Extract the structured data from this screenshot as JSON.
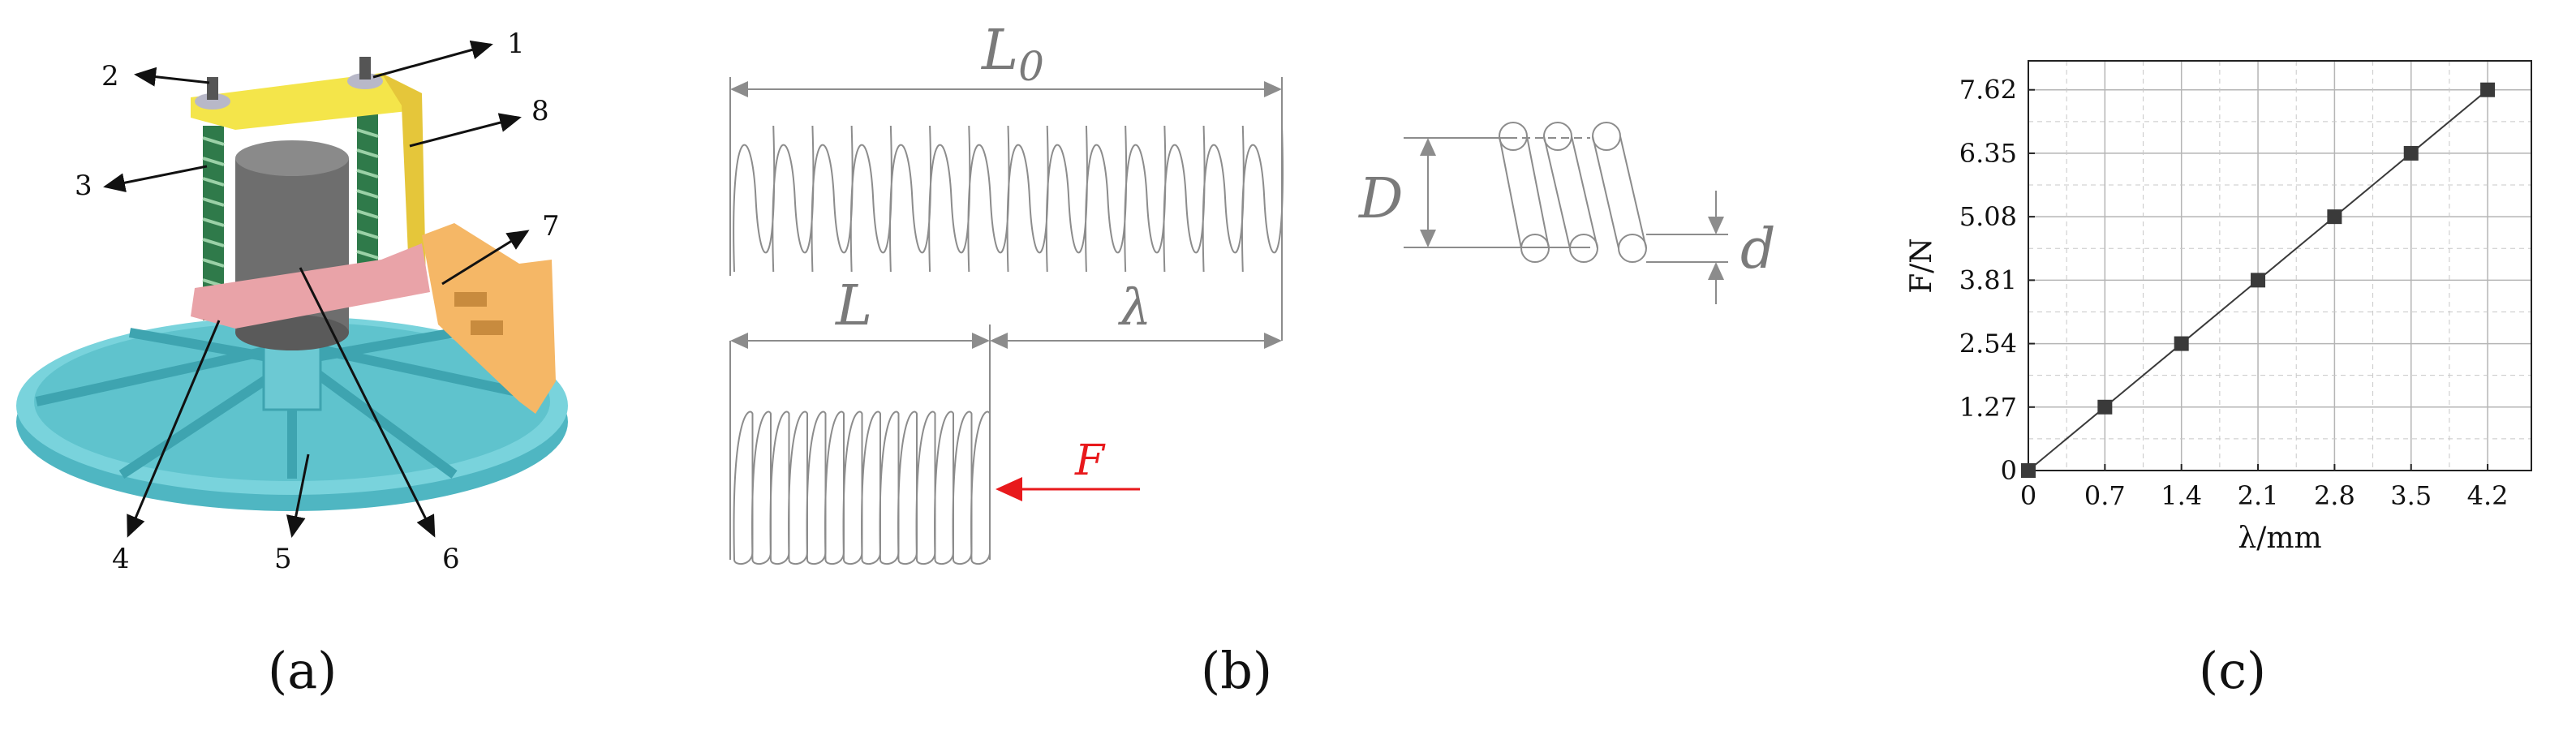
{
  "panel_a": {
    "caption": "(a)",
    "part_labels": [
      "1",
      "2",
      "3",
      "4",
      "5",
      "6",
      "7",
      "8"
    ]
  },
  "panel_b": {
    "caption": "(b)",
    "labels": {
      "free_length": "L",
      "free_length_sub": "0",
      "compressed_length": "L",
      "deflection": "λ",
      "force": "F",
      "coil_diameter": "D",
      "wire_diameter": "d"
    },
    "colors": {
      "force": "#e8191c",
      "line": "#8c8c8c"
    }
  },
  "panel_c": {
    "caption": "(c)"
  },
  "chart_data": {
    "type": "line",
    "title": "",
    "xlabel": "λ/mm",
    "ylabel": "F/N",
    "x": [
      0,
      0.7,
      1.4,
      2.1,
      2.8,
      3.5,
      4.2
    ],
    "x_tick_labels": [
      "0",
      "0.7",
      "1.4",
      "2.1",
      "2.8",
      "3.5",
      "4.2"
    ],
    "y_tick_labels": [
      "0",
      "1.27",
      "2.54",
      "3.81",
      "5.08",
      "6.35",
      "7.62"
    ],
    "series": [
      {
        "values": [
          0,
          1.27,
          2.54,
          3.81,
          5.08,
          6.35,
          7.62
        ],
        "marker": "square",
        "color": "#3a3a3a"
      }
    ],
    "xlim": [
      0,
      4.6
    ],
    "ylim": [
      0,
      8.2
    ],
    "grid": true
  }
}
